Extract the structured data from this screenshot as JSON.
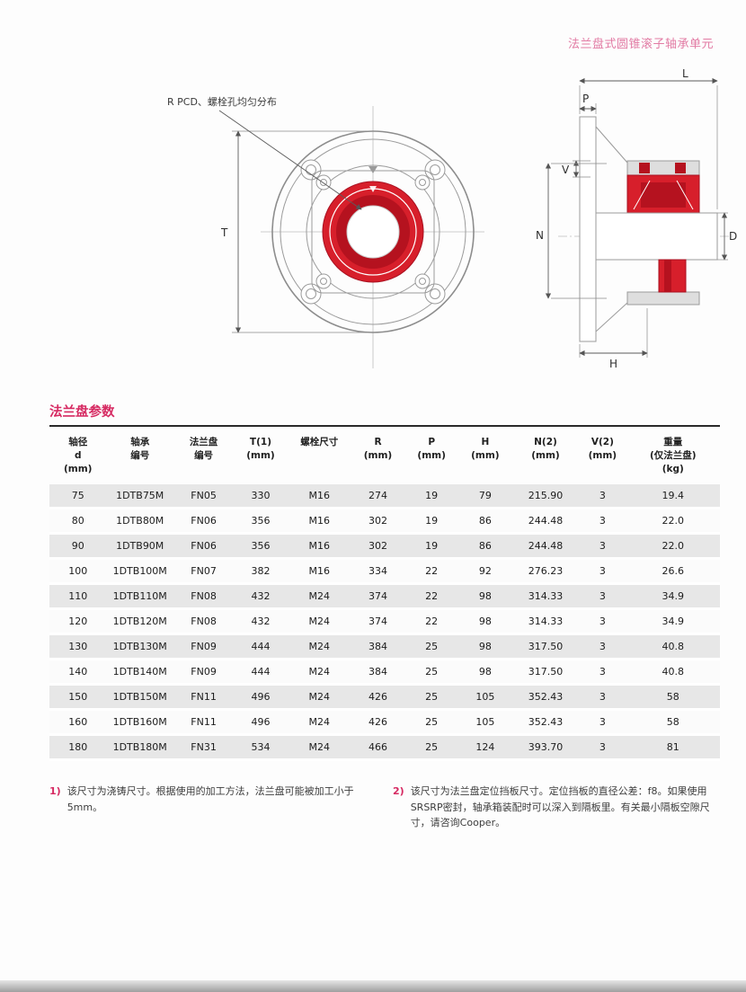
{
  "colors": {
    "accent": "#d62a62",
    "title_pink": "#e27ba4",
    "drawing_red": "#d71f2b",
    "drawing_red_dark": "#b5121f",
    "row_shade": "#e7e7e7"
  },
  "page_header": {
    "title": "法兰盘式圆锥滚子轴承单元"
  },
  "drawing": {
    "callout": "R PCD、螺栓孔均匀分布",
    "labels": {
      "T": "T",
      "L": "L",
      "P": "P",
      "V": "V",
      "N": "N",
      "D": "D",
      "H": "H"
    }
  },
  "table": {
    "title": "法兰盘参数",
    "columns": [
      {
        "lines": [
          "轴径",
          "d",
          "(mm)"
        ]
      },
      {
        "lines": [
          "轴承",
          "编号"
        ]
      },
      {
        "lines": [
          "法兰盘",
          "编号"
        ]
      },
      {
        "lines": [
          "T(1)",
          "(mm)"
        ]
      },
      {
        "lines": [
          "螺栓尺寸"
        ]
      },
      {
        "lines": [
          "R",
          "(mm)"
        ]
      },
      {
        "lines": [
          "P",
          "(mm)"
        ]
      },
      {
        "lines": [
          "H",
          "(mm)"
        ]
      },
      {
        "lines": [
          "N(2)",
          "(mm)"
        ]
      },
      {
        "lines": [
          "V(2)",
          "(mm)"
        ]
      },
      {
        "lines": [
          "重量",
          "(仅法兰盘)",
          "(kg)"
        ]
      }
    ],
    "rows": [
      [
        "75",
        "1DTB75M",
        "FN05",
        "330",
        "M16",
        "274",
        "19",
        "79",
        "215.90",
        "3",
        "19.4"
      ],
      [
        "80",
        "1DTB80M",
        "FN06",
        "356",
        "M16",
        "302",
        "19",
        "86",
        "244.48",
        "3",
        "22.0"
      ],
      [
        "90",
        "1DTB90M",
        "FN06",
        "356",
        "M16",
        "302",
        "19",
        "86",
        "244.48",
        "3",
        "22.0"
      ],
      [
        "100",
        "1DTB100M",
        "FN07",
        "382",
        "M16",
        "334",
        "22",
        "92",
        "276.23",
        "3",
        "26.6"
      ],
      [
        "110",
        "1DTB110M",
        "FN08",
        "432",
        "M24",
        "374",
        "22",
        "98",
        "314.33",
        "3",
        "34.9"
      ],
      [
        "120",
        "1DTB120M",
        "FN08",
        "432",
        "M24",
        "374",
        "22",
        "98",
        "314.33",
        "3",
        "34.9"
      ],
      [
        "130",
        "1DTB130M",
        "FN09",
        "444",
        "M24",
        "384",
        "25",
        "98",
        "317.50",
        "3",
        "40.8"
      ],
      [
        "140",
        "1DTB140M",
        "FN09",
        "444",
        "M24",
        "384",
        "25",
        "98",
        "317.50",
        "3",
        "40.8"
      ],
      [
        "150",
        "1DTB150M",
        "FN11",
        "496",
        "M24",
        "426",
        "25",
        "105",
        "352.43",
        "3",
        "58"
      ],
      [
        "160",
        "1DTB160M",
        "FN11",
        "496",
        "M24",
        "426",
        "25",
        "105",
        "352.43",
        "3",
        "58"
      ],
      [
        "180",
        "1DTB180M",
        "FN31",
        "534",
        "M24",
        "466",
        "25",
        "124",
        "393.70",
        "3",
        "81"
      ]
    ]
  },
  "footnotes": [
    {
      "marker": "1)",
      "text": "该尺寸为浇铸尺寸。根据使用的加工方法，法兰盘可能被加工小于5mm。"
    },
    {
      "marker": "2)",
      "text": "该尺寸为法兰盘定位挡板尺寸。定位挡板的直径公差：f8。如果使用SRSRP密封，轴承箱装配时可以深入到隔板里。有关最小隔板空隙尺寸，请咨询Cooper。"
    }
  ]
}
